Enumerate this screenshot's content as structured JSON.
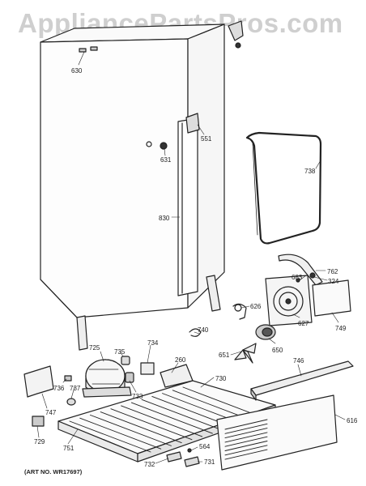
{
  "watermark": "AppliancePartsPros.com",
  "art_number": "(ART NO. WR17697)",
  "parts": [
    {
      "id": "p630",
      "label": "630"
    },
    {
      "id": "p551",
      "label": "551"
    },
    {
      "id": "p631",
      "label": "631"
    },
    {
      "id": "p830",
      "label": "830"
    },
    {
      "id": "p738",
      "label": "738"
    },
    {
      "id": "p762",
      "label": "762"
    },
    {
      "id": "p683",
      "label": "683"
    },
    {
      "id": "p324",
      "label": "324"
    },
    {
      "id": "p626",
      "label": "626"
    },
    {
      "id": "p627",
      "label": "627"
    },
    {
      "id": "p749",
      "label": "749"
    },
    {
      "id": "p650",
      "label": "650"
    },
    {
      "id": "p651",
      "label": "651"
    },
    {
      "id": "p740",
      "label": "740"
    },
    {
      "id": "p725",
      "label": "725"
    },
    {
      "id": "p735",
      "label": "735"
    },
    {
      "id": "p734",
      "label": "734"
    },
    {
      "id": "p260",
      "label": "260"
    },
    {
      "id": "p736",
      "label": "736"
    },
    {
      "id": "p737",
      "label": "737"
    },
    {
      "id": "p733",
      "label": "733"
    },
    {
      "id": "p730",
      "label": "730"
    },
    {
      "id": "p746",
      "label": "746"
    },
    {
      "id": "p747",
      "label": "747"
    },
    {
      "id": "p729",
      "label": "729"
    },
    {
      "id": "p751",
      "label": "751"
    },
    {
      "id": "p564",
      "label": "564"
    },
    {
      "id": "p616",
      "label": "616"
    },
    {
      "id": "p732",
      "label": "732"
    },
    {
      "id": "p731",
      "label": "731"
    }
  ]
}
